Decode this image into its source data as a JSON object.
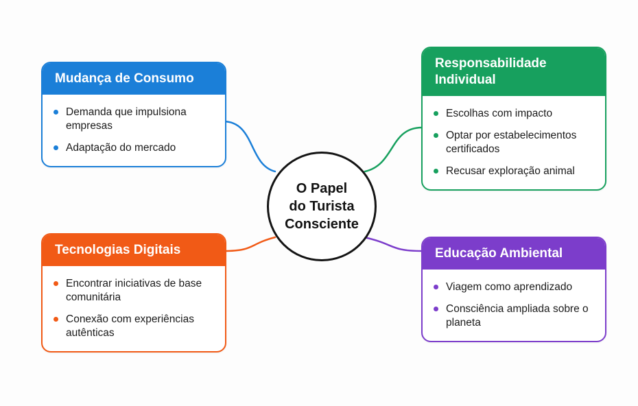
{
  "center": {
    "lines": [
      "O Papel",
      "do Turista",
      "Consciente"
    ]
  },
  "cards": [
    {
      "id": "mudanca-de-consumo",
      "label": "Mudança de Consumo",
      "color": "#1b7fd8",
      "bullets": [
        "Demanda que impulsiona empresas",
        "Adaptação do mercado"
      ]
    },
    {
      "id": "responsabilidade-individual",
      "label": "Responsabilidade Individual",
      "color": "#17a05e",
      "bullets": [
        "Escolhas com impacto",
        "Optar por estabelecimentos certificados",
        "Recusar exploração animal"
      ]
    },
    {
      "id": "tecnologias-digitais",
      "label": "Tecnologias Digitais",
      "color": "#f15a16",
      "bullets": [
        "Encontrar iniciativas de base comunitária",
        "Conexão com experiências autênticas"
      ]
    },
    {
      "id": "educacao-ambiental",
      "label": "Educação Ambiental",
      "color": "#7c3dcb",
      "bullets": [
        "Viagem como aprendizado",
        "Consciência ampliada sobre o planeta"
      ]
    }
  ]
}
